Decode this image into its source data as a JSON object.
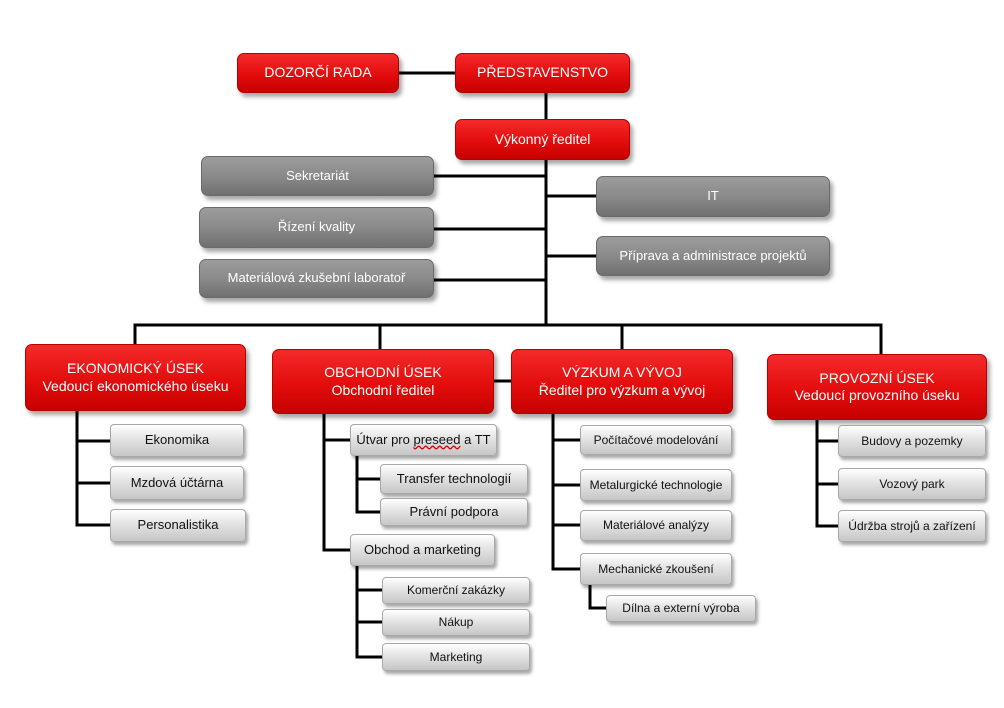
{
  "top": {
    "dozorci_rada": "DOZORČÍ RADA",
    "predstavenstvo": "PŘEDSTAVENSTVO",
    "vykonny_reditel": "Výkonný ředitel"
  },
  "staff_left": [
    "Sekretariát",
    "Řízení kvality",
    "Materiálová zkušební laboratoř"
  ],
  "staff_right": [
    "IT",
    "Příprava a administrace projektů"
  ],
  "divisions": {
    "ekonomicky": {
      "title": "EKONOMICKÝ ÚSEK",
      "head": "Vedoucí ekonomického  úseku",
      "items": [
        "Ekonomika",
        "Mzdová  účtárna",
        "Personalistika"
      ]
    },
    "obchodni": {
      "title": "OBCHODNÍ ÚSEK",
      "head": "Obchodní ředitel",
      "utvar": {
        "label_prefix": "Útvar pro ",
        "label_underlined": "preseed",
        "label_suffix": " a TT",
        "items": [
          "Transfer technologií",
          "Právní podpora"
        ]
      },
      "obchod": {
        "label": "Obchod  a marketing",
        "items": [
          "Komerční zakázky",
          "Nákup",
          "Marketing"
        ]
      }
    },
    "vyzkum": {
      "title": "VÝZKUM A VÝVOJ",
      "head": "Ředitel pro výzkum  a vývoj",
      "items": [
        "Počítačové modelování",
        "Metalurgické technologie",
        "Materiálové analýzy",
        "Mechanické zkoušení"
      ],
      "sub_item": "Dílna a externí výroba"
    },
    "provozni": {
      "title": "PROVOZNÍ ÚSEK",
      "head": "Vedoucí provozního  úseku",
      "items": [
        "Budovy a pozemky",
        "Vozový park",
        "Údržba strojů a zařízení"
      ]
    }
  }
}
